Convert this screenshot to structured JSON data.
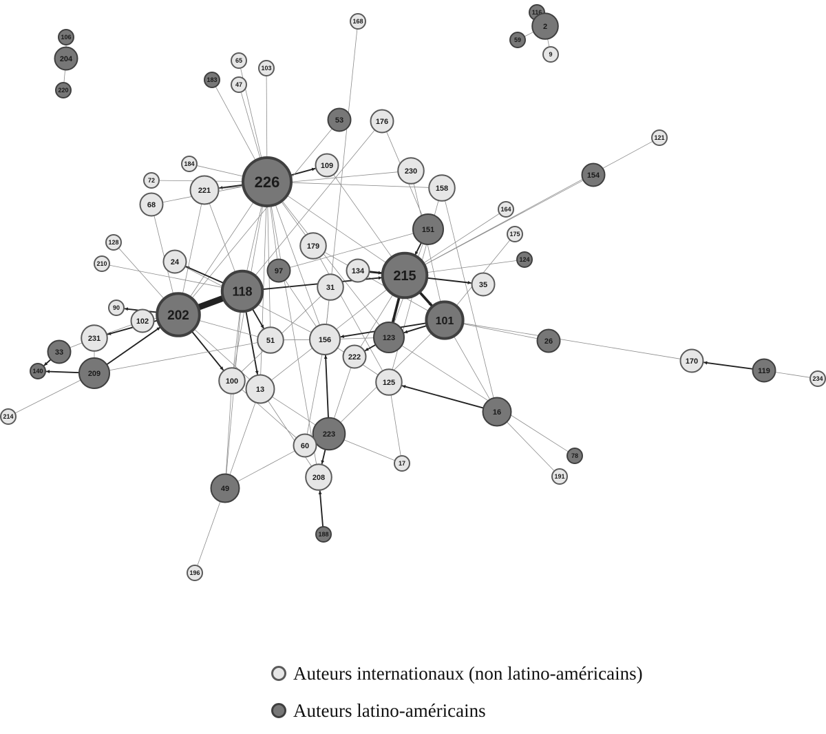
{
  "colors": {
    "international_fill": "#e6e6e6",
    "international_stroke": "#5a5a5a",
    "latin_fill": "#777777",
    "latin_stroke": "#3f3f3f",
    "edge": "#8a8a8a",
    "edge_directed": "#222222"
  },
  "legend": {
    "items": [
      {
        "label": "Auteurs internationaux (non latino-américains)",
        "group": "international"
      },
      {
        "label": "Auteurs latino-américains",
        "group": "latin"
      }
    ]
  },
  "network": {
    "nodes": [
      {
        "id": "106",
        "group": "latin",
        "degree": 1
      },
      {
        "id": "204",
        "group": "latin",
        "degree": 2
      },
      {
        "id": "220",
        "group": "latin",
        "degree": 1
      },
      {
        "id": "116",
        "group": "latin",
        "degree": 1
      },
      {
        "id": "2",
        "group": "latin",
        "degree": 3
      },
      {
        "id": "59",
        "group": "latin",
        "degree": 1
      },
      {
        "id": "9",
        "group": "international",
        "degree": 1
      },
      {
        "id": "168",
        "group": "international",
        "degree": 1
      },
      {
        "id": "65",
        "group": "international",
        "degree": 1
      },
      {
        "id": "103",
        "group": "international",
        "degree": 1
      },
      {
        "id": "183",
        "group": "latin",
        "degree": 1
      },
      {
        "id": "47",
        "group": "international",
        "degree": 1
      },
      {
        "id": "53",
        "group": "latin",
        "degree": 2
      },
      {
        "id": "176",
        "group": "international",
        "degree": 2
      },
      {
        "id": "121",
        "group": "international",
        "degree": 1
      },
      {
        "id": "184",
        "group": "international",
        "degree": 1
      },
      {
        "id": "226",
        "group": "latin",
        "degree": 20
      },
      {
        "id": "109",
        "group": "international",
        "degree": 2
      },
      {
        "id": "230",
        "group": "international",
        "degree": 3
      },
      {
        "id": "72",
        "group": "international",
        "degree": 1
      },
      {
        "id": "221",
        "group": "international",
        "degree": 4
      },
      {
        "id": "158",
        "group": "international",
        "degree": 3
      },
      {
        "id": "154",
        "group": "latin",
        "degree": 2
      },
      {
        "id": "68",
        "group": "international",
        "degree": 2
      },
      {
        "id": "164",
        "group": "international",
        "degree": 1
      },
      {
        "id": "151",
        "group": "latin",
        "degree": 5
      },
      {
        "id": "175",
        "group": "international",
        "degree": 1
      },
      {
        "id": "128",
        "group": "international",
        "degree": 1
      },
      {
        "id": "179",
        "group": "international",
        "degree": 3
      },
      {
        "id": "124",
        "group": "latin",
        "degree": 1
      },
      {
        "id": "210",
        "group": "international",
        "degree": 1
      },
      {
        "id": "24",
        "group": "international",
        "degree": 2
      },
      {
        "id": "97",
        "group": "latin",
        "degree": 2
      },
      {
        "id": "134",
        "group": "international",
        "degree": 2
      },
      {
        "id": "215",
        "group": "latin",
        "degree": 16
      },
      {
        "id": "35",
        "group": "international",
        "degree": 2
      },
      {
        "id": "118",
        "group": "latin",
        "degree": 12
      },
      {
        "id": "31",
        "group": "international",
        "degree": 3
      },
      {
        "id": "90",
        "group": "international",
        "degree": 1
      },
      {
        "id": "202",
        "group": "latin",
        "degree": 14
      },
      {
        "id": "101",
        "group": "latin",
        "degree": 9
      },
      {
        "id": "102",
        "group": "international",
        "degree": 2
      },
      {
        "id": "231",
        "group": "international",
        "degree": 3
      },
      {
        "id": "51",
        "group": "international",
        "degree": 3
      },
      {
        "id": "156",
        "group": "international",
        "degree": 5
      },
      {
        "id": "123",
        "group": "latin",
        "degree": 5
      },
      {
        "id": "26",
        "group": "latin",
        "degree": 2
      },
      {
        "id": "33",
        "group": "latin",
        "degree": 2
      },
      {
        "id": "222",
        "group": "international",
        "degree": 2
      },
      {
        "id": "170",
        "group": "international",
        "degree": 2
      },
      {
        "id": "119",
        "group": "latin",
        "degree": 2
      },
      {
        "id": "234",
        "group": "international",
        "degree": 1
      },
      {
        "id": "140",
        "group": "latin",
        "degree": 1
      },
      {
        "id": "209",
        "group": "latin",
        "degree": 5
      },
      {
        "id": "100",
        "group": "international",
        "degree": 3
      },
      {
        "id": "13",
        "group": "international",
        "degree": 4
      },
      {
        "id": "125",
        "group": "international",
        "degree": 3
      },
      {
        "id": "214",
        "group": "international",
        "degree": 1
      },
      {
        "id": "16",
        "group": "latin",
        "degree": 4
      },
      {
        "id": "223",
        "group": "latin",
        "degree": 6
      },
      {
        "id": "60",
        "group": "international",
        "degree": 2
      },
      {
        "id": "78",
        "group": "latin",
        "degree": 1
      },
      {
        "id": "17",
        "group": "international",
        "degree": 1
      },
      {
        "id": "191",
        "group": "international",
        "degree": 1
      },
      {
        "id": "208",
        "group": "international",
        "degree": 3
      },
      {
        "id": "49",
        "group": "latin",
        "degree": 4
      },
      {
        "id": "188",
        "group": "latin",
        "degree": 1
      },
      {
        "id": "196",
        "group": "international",
        "degree": 1
      }
    ],
    "edges": [
      {
        "source": "106",
        "target": "204",
        "weight": 1,
        "directed": false
      },
      {
        "source": "204",
        "target": "220",
        "weight": 1,
        "directed": false
      },
      {
        "source": "116",
        "target": "2",
        "weight": 1,
        "directed": false
      },
      {
        "source": "59",
        "target": "2",
        "weight": 1,
        "directed": false
      },
      {
        "source": "2",
        "target": "9",
        "weight": 1,
        "directed": false
      },
      {
        "source": "226",
        "target": "221",
        "weight": 2,
        "directed": true
      },
      {
        "source": "226",
        "target": "109",
        "weight": 2,
        "directed": true
      },
      {
        "source": "226",
        "target": "184",
        "weight": 1,
        "directed": false
      },
      {
        "source": "226",
        "target": "72",
        "weight": 1,
        "directed": false
      },
      {
        "source": "226",
        "target": "68",
        "weight": 1,
        "directed": false
      },
      {
        "source": "226",
        "target": "183",
        "weight": 1,
        "directed": false
      },
      {
        "source": "226",
        "target": "65",
        "weight": 1,
        "directed": false
      },
      {
        "source": "226",
        "target": "47",
        "weight": 1,
        "directed": false
      },
      {
        "source": "226",
        "target": "103",
        "weight": 1,
        "directed": false
      },
      {
        "source": "226",
        "target": "158",
        "weight": 1,
        "directed": false
      },
      {
        "source": "226",
        "target": "179",
        "weight": 1,
        "directed": false
      },
      {
        "source": "226",
        "target": "118",
        "weight": 1,
        "directed": false
      },
      {
        "source": "226",
        "target": "202",
        "weight": 1,
        "directed": false
      },
      {
        "source": "226",
        "target": "97",
        "weight": 1,
        "directed": false
      },
      {
        "source": "226",
        "target": "51",
        "weight": 1,
        "directed": false
      },
      {
        "source": "226",
        "target": "215",
        "weight": 1,
        "directed": false
      },
      {
        "source": "226",
        "target": "156",
        "weight": 1,
        "directed": false
      },
      {
        "source": "226",
        "target": "123",
        "weight": 1,
        "directed": false
      },
      {
        "source": "226",
        "target": "208",
        "weight": 1,
        "directed": false
      },
      {
        "source": "226",
        "target": "13",
        "weight": 1,
        "directed": false
      },
      {
        "source": "226",
        "target": "100",
        "weight": 1,
        "directed": false
      },
      {
        "source": "168",
        "target": "156",
        "weight": 1,
        "directed": false
      },
      {
        "source": "53",
        "target": "202",
        "weight": 1,
        "directed": false
      },
      {
        "source": "176",
        "target": "118",
        "weight": 1,
        "directed": false
      },
      {
        "source": "176",
        "target": "151",
        "weight": 1,
        "directed": false
      },
      {
        "source": "109",
        "target": "215",
        "weight": 1,
        "directed": false
      },
      {
        "source": "230",
        "target": "221",
        "weight": 1,
        "directed": false
      },
      {
        "source": "230",
        "target": "101",
        "weight": 1,
        "directed": false
      },
      {
        "source": "158",
        "target": "125",
        "weight": 1,
        "directed": false
      },
      {
        "source": "158",
        "target": "16",
        "weight": 1,
        "directed": false
      },
      {
        "source": "121",
        "target": "215",
        "weight": 1,
        "directed": false
      },
      {
        "source": "154",
        "target": "215",
        "weight": 1,
        "directed": false
      },
      {
        "source": "164",
        "target": "215",
        "weight": 1,
        "directed": false
      },
      {
        "source": "175",
        "target": "101",
        "weight": 1,
        "directed": false
      },
      {
        "source": "124",
        "target": "215",
        "weight": 1,
        "directed": false
      },
      {
        "source": "151",
        "target": "215",
        "weight": 2,
        "directed": true
      },
      {
        "source": "151",
        "target": "123",
        "weight": 1,
        "directed": false
      },
      {
        "source": "151",
        "target": "97",
        "weight": 1,
        "directed": false
      },
      {
        "source": "215",
        "target": "101",
        "weight": 4,
        "directed": true
      },
      {
        "source": "215",
        "target": "123",
        "weight": 4,
        "directed": true
      },
      {
        "source": "215",
        "target": "35",
        "weight": 2,
        "directed": true
      },
      {
        "source": "215",
        "target": "222",
        "weight": 1,
        "directed": false
      },
      {
        "source": "215",
        "target": "13",
        "weight": 1,
        "directed": false
      },
      {
        "source": "134",
        "target": "215",
        "weight": 3,
        "directed": true
      },
      {
        "source": "179",
        "target": "101",
        "weight": 1,
        "directed": false
      },
      {
        "source": "179",
        "target": "125",
        "weight": 1,
        "directed": false
      },
      {
        "source": "118",
        "target": "202",
        "weight": 12,
        "directed": true
      },
      {
        "source": "118",
        "target": "215",
        "weight": 2,
        "directed": true
      },
      {
        "source": "118",
        "target": "24",
        "weight": 2,
        "directed": true
      },
      {
        "source": "118",
        "target": "51",
        "weight": 2,
        "directed": true
      },
      {
        "source": "118",
        "target": "13",
        "weight": 2,
        "directed": true
      },
      {
        "source": "118",
        "target": "100",
        "weight": 1,
        "directed": false
      },
      {
        "source": "118",
        "target": "49",
        "weight": 1,
        "directed": false
      },
      {
        "source": "118",
        "target": "221",
        "weight": 1,
        "directed": false
      },
      {
        "source": "202",
        "target": "90",
        "weight": 2,
        "directed": true
      },
      {
        "source": "202",
        "target": "231",
        "weight": 2,
        "directed": true
      },
      {
        "source": "202",
        "target": "100",
        "weight": 2,
        "directed": true
      },
      {
        "source": "202",
        "target": "128",
        "weight": 1,
        "directed": false
      },
      {
        "source": "202",
        "target": "221",
        "weight": 1,
        "directed": false
      },
      {
        "source": "202",
        "target": "68",
        "weight": 1,
        "directed": false
      },
      {
        "source": "202",
        "target": "51",
        "weight": 1,
        "directed": false
      },
      {
        "source": "202",
        "target": "13",
        "weight": 1,
        "directed": false
      },
      {
        "source": "209",
        "target": "202",
        "weight": 2,
        "directed": true
      },
      {
        "source": "102",
        "target": "202",
        "weight": 1,
        "directed": false
      },
      {
        "source": "210",
        "target": "118",
        "weight": 1,
        "directed": false
      },
      {
        "source": "24",
        "target": "156",
        "weight": 1,
        "directed": false
      },
      {
        "source": "97",
        "target": "156",
        "weight": 1,
        "directed": false
      },
      {
        "source": "31",
        "target": "156",
        "weight": 1,
        "directed": false
      },
      {
        "source": "31",
        "target": "100",
        "weight": 1,
        "directed": false
      },
      {
        "source": "101",
        "target": "123",
        "weight": 2,
        "directed": true
      },
      {
        "source": "101",
        "target": "156",
        "weight": 2,
        "directed": true
      },
      {
        "source": "101",
        "target": "26",
        "weight": 1,
        "directed": false
      },
      {
        "source": "101",
        "target": "170",
        "weight": 1,
        "directed": false
      },
      {
        "source": "101",
        "target": "223",
        "weight": 1,
        "directed": false
      },
      {
        "source": "101",
        "target": "16",
        "weight": 1,
        "directed": false
      },
      {
        "source": "123",
        "target": "222",
        "weight": 2,
        "directed": true
      },
      {
        "source": "123",
        "target": "156",
        "weight": 1,
        "directed": false
      },
      {
        "source": "123",
        "target": "78",
        "weight": 1,
        "directed": false
      },
      {
        "source": "156",
        "target": "51",
        "weight": 1,
        "directed": false
      },
      {
        "source": "156",
        "target": "125",
        "weight": 1,
        "directed": false
      },
      {
        "source": "125",
        "target": "17",
        "weight": 1,
        "directed": false
      },
      {
        "source": "16",
        "target": "125",
        "weight": 2,
        "directed": true
      },
      {
        "source": "16",
        "target": "191",
        "weight": 1,
        "directed": false
      },
      {
        "source": "119",
        "target": "170",
        "weight": 2,
        "directed": true
      },
      {
        "source": "119",
        "target": "234",
        "weight": 1,
        "directed": false
      },
      {
        "source": "231",
        "target": "102",
        "weight": 1,
        "directed": false
      },
      {
        "source": "231",
        "target": "33",
        "weight": 1,
        "directed": false
      },
      {
        "source": "231",
        "target": "209",
        "weight": 1,
        "directed": false
      },
      {
        "source": "33",
        "target": "140",
        "weight": 2,
        "directed": true
      },
      {
        "source": "209",
        "target": "140",
        "weight": 2,
        "directed": true
      },
      {
        "source": "209",
        "target": "214",
        "weight": 1,
        "directed": false
      },
      {
        "source": "209",
        "target": "51",
        "weight": 1,
        "directed": false
      },
      {
        "source": "223",
        "target": "156",
        "weight": 2,
        "directed": true
      },
      {
        "source": "223",
        "target": "208",
        "weight": 2,
        "directed": true
      },
      {
        "source": "223",
        "target": "17",
        "weight": 1,
        "directed": false
      },
      {
        "source": "223",
        "target": "13",
        "weight": 1,
        "directed": false
      },
      {
        "source": "223",
        "target": "222",
        "weight": 1,
        "directed": false
      },
      {
        "source": "188",
        "target": "208",
        "weight": 2,
        "directed": true
      },
      {
        "source": "60",
        "target": "100",
        "weight": 1,
        "directed": false
      },
      {
        "source": "60",
        "target": "156",
        "weight": 1,
        "directed": false
      },
      {
        "source": "49",
        "target": "13",
        "weight": 1,
        "directed": false
      },
      {
        "source": "49",
        "target": "100",
        "weight": 1,
        "directed": false
      },
      {
        "source": "49",
        "target": "60",
        "weight": 1,
        "directed": false
      },
      {
        "source": "49",
        "target": "196",
        "weight": 1,
        "directed": false
      },
      {
        "source": "13",
        "target": "208",
        "weight": 1,
        "directed": false
      }
    ]
  }
}
